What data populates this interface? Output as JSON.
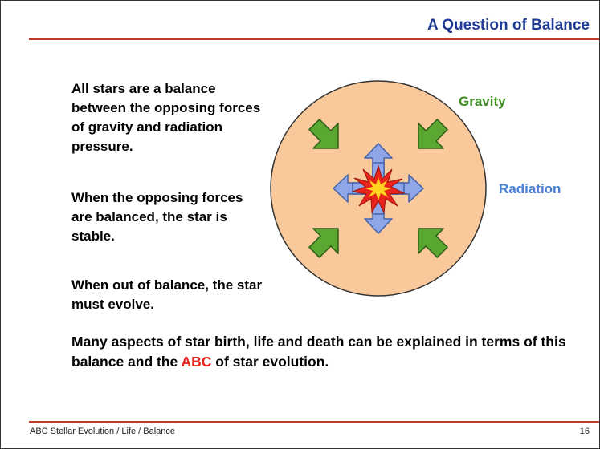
{
  "slide": {
    "title": "A Question of Balance",
    "paragraphs": [
      "All stars are a balance between the opposing forces of gravity and radiation pressure.",
      "When the opposing forces are balanced, the star is stable.",
      "When out of balance, the star must evolve."
    ],
    "closing": {
      "before": "Many aspects of star birth, life and death can be explained in terms of this balance and the ",
      "highlight": "ABC",
      "after": " of star evolution."
    },
    "footer_left": "ABC Stellar Evolution / Life / Balance",
    "page_number": "16"
  },
  "diagram": {
    "gravity_label": "Gravity",
    "radiation_label": "Radiation",
    "colors": {
      "star_disk": "#f9c99b",
      "gravity": "#3b8a1e",
      "gravity_arrow": "#5aa832",
      "radiation": "#4a7fd4",
      "radiation_arrow": "#8fa6e8",
      "burst_outer": "#e8231b",
      "burst_inner": "#ffd21f",
      "highlight": "#e8231b",
      "rule": "#c0392b"
    },
    "icons": [
      "gravity-arrow-icon",
      "radiation-arrow-icon",
      "core-burst-icon"
    ]
  }
}
